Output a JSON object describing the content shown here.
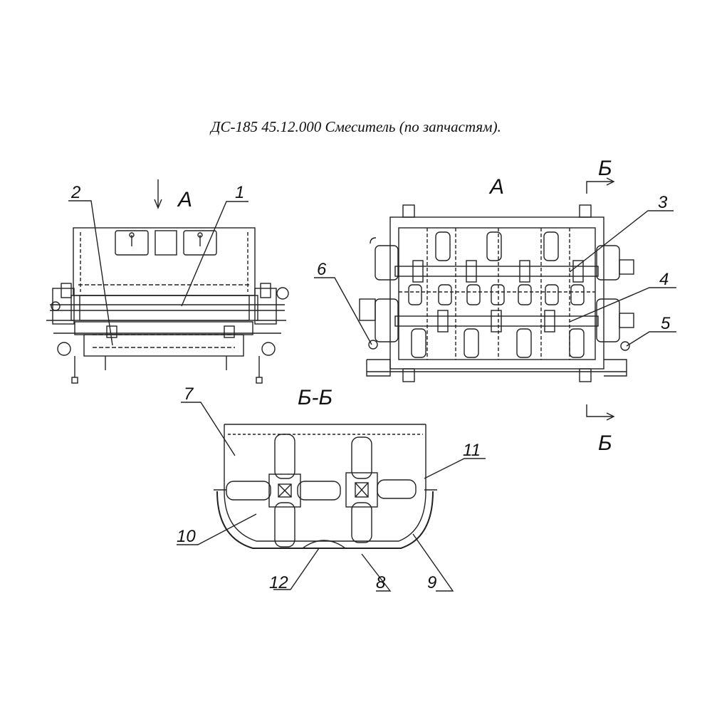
{
  "title": "ДС-185 45.12.000 Смеситель (по запчастям).",
  "views": {
    "view_a_label": "А",
    "section_label": "Б-Б",
    "cut_mark": "Б"
  },
  "callouts": [
    "1",
    "2",
    "3",
    "4",
    "5",
    "6",
    "7",
    "8",
    "9",
    "10",
    "11",
    "12"
  ]
}
